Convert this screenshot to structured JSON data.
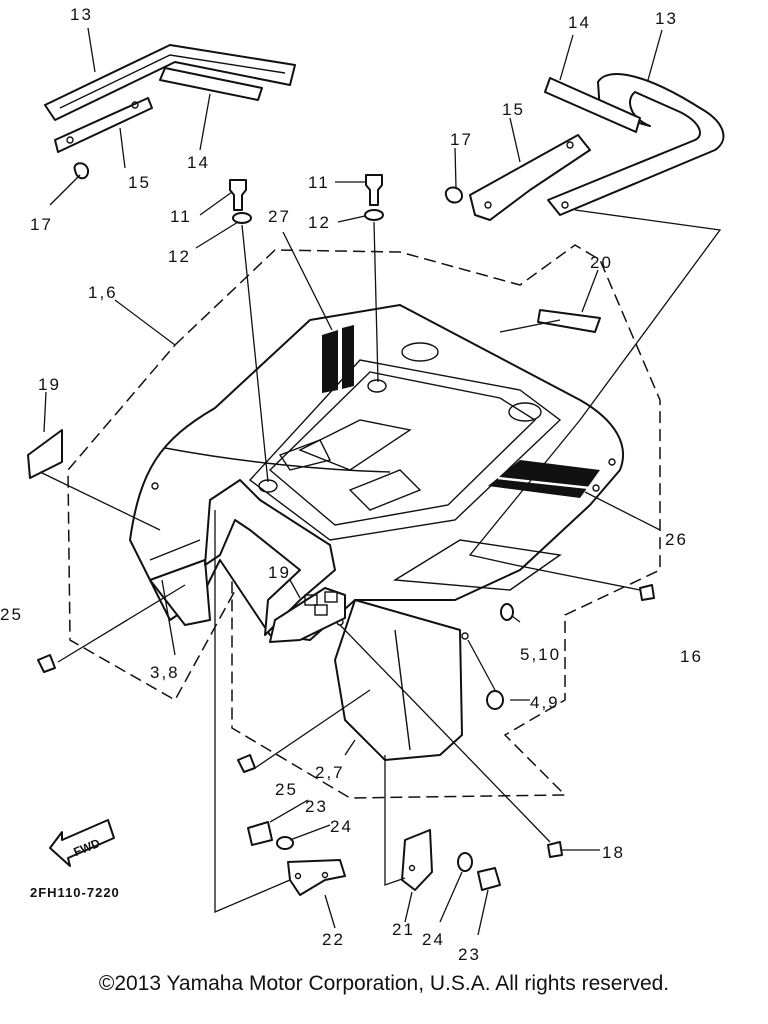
{
  "diagram": {
    "code": "2FH110-7220",
    "fwd_label": "FWD",
    "callouts": [
      {
        "id": "c1",
        "text": "13"
      },
      {
        "id": "c2",
        "text": "14"
      },
      {
        "id": "c3",
        "text": "13"
      },
      {
        "id": "c4",
        "text": "15"
      },
      {
        "id": "c5",
        "text": "14"
      },
      {
        "id": "c6",
        "text": "15"
      },
      {
        "id": "c7",
        "text": "17"
      },
      {
        "id": "c8",
        "text": "17"
      },
      {
        "id": "c9",
        "text": "11"
      },
      {
        "id": "c10",
        "text": "11"
      },
      {
        "id": "c11",
        "text": "12"
      },
      {
        "id": "c12",
        "text": "12"
      },
      {
        "id": "c13",
        "text": "27"
      },
      {
        "id": "c14",
        "text": "1,6"
      },
      {
        "id": "c15",
        "text": "20"
      },
      {
        "id": "c16",
        "text": "19"
      },
      {
        "id": "c17",
        "text": "26"
      },
      {
        "id": "c18",
        "text": "19"
      },
      {
        "id": "c19",
        "text": "16"
      },
      {
        "id": "c20",
        "text": "25"
      },
      {
        "id": "c21",
        "text": "5,10"
      },
      {
        "id": "c22",
        "text": "3,8"
      },
      {
        "id": "c23",
        "text": "4,9"
      },
      {
        "id": "c24",
        "text": "2,7"
      },
      {
        "id": "c25",
        "text": "25"
      },
      {
        "id": "c26",
        "text": "23"
      },
      {
        "id": "c27",
        "text": "24"
      },
      {
        "id": "c28",
        "text": "18"
      },
      {
        "id": "c29",
        "text": "22"
      },
      {
        "id": "c30",
        "text": "21"
      },
      {
        "id": "c31",
        "text": "24"
      },
      {
        "id": "c32",
        "text": "23"
      }
    ]
  },
  "footer": {
    "copyright": "©2013 Yamaha Motor Corporation, U.S.A. All rights reserved."
  }
}
